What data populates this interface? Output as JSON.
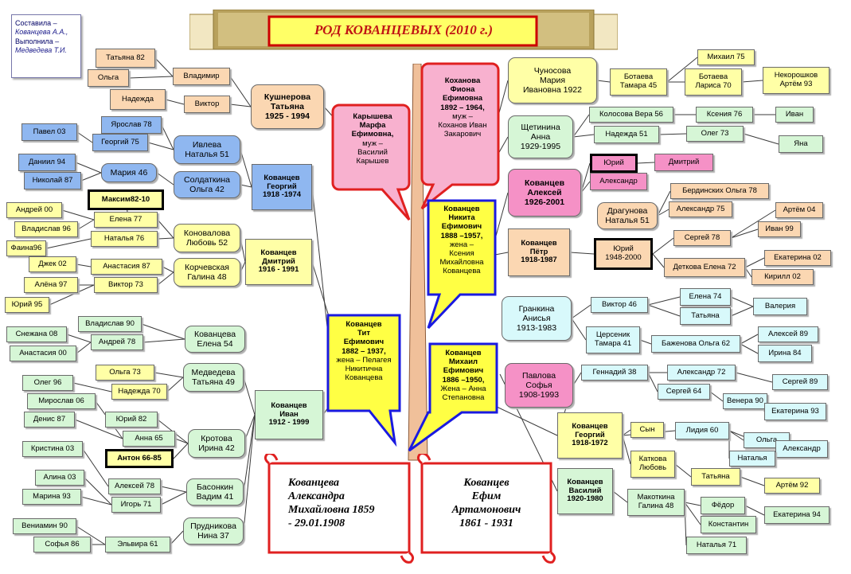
{
  "title": "РОД КОВАНЦЕВЫХ (2010 г.)",
  "credits": [
    "Составила –",
    "Кованцева А.А.,",
    "Выполнила –",
    "Медведева Т.И."
  ],
  "callouts": {
    "karysheva": [
      "Карышева",
      "Марфа",
      "Ефимовна,",
      "муж –",
      "Василий",
      "Карышев"
    ],
    "kokhanova": [
      "Коханова",
      "Фиона",
      "Ефимовна",
      "1892 – 1964,",
      "муж –",
      "Коханов Иван",
      "Закарович"
    ],
    "nikita": [
      "Кованцев",
      "Никита",
      "Ефимович",
      "1888 –1957,",
      "жена –",
      "Ксения",
      "Михайловна",
      "Кованцева"
    ],
    "tit": [
      "Кованцев",
      "Тит",
      "Ефимович",
      "1882 – 1937,",
      "жена – Пелагея",
      "Никитична",
      "Кованцева"
    ],
    "mikhail": [
      "Кованцев",
      "Михаил",
      "Ефимович",
      "1886 –1950,",
      "Жена – Анна",
      "Степановна"
    ]
  },
  "scrolls": {
    "left": [
      "Кованцева",
      "Александра",
      "Михайловна  1859",
      "- 29.01.1908"
    ],
    "right": [
      "Кованцев",
      "Ефим",
      "Артамонович",
      "1861 - 1931"
    ]
  },
  "nodes": {
    "tatyana82": "Татьяна 82",
    "olga": "Ольга",
    "vladimir": "Владимир",
    "nadezhda": "Надежда",
    "viktor": "Виктор",
    "kushnerova": [
      "Кушнерова",
      "Татьяна",
      "1925 - 1994"
    ],
    "pavel03": "Павел 03",
    "yaroslav78": "Ярослав 78",
    "georgiy75": "Георгий 75",
    "ivleva": [
      "Ивлева",
      "Наталья 51"
    ],
    "daniil94": "Даниил 94",
    "nikolay87": "Николай 87",
    "mariya46": "Мария 46",
    "soldatkina": [
      "Солдаткина",
      "Ольга 42"
    ],
    "kovantsev_georgiy1918": [
      "Кованцев",
      "Георгий",
      "1918 -1974"
    ],
    "maksim": "Максим82-10",
    "andrey00": "Андрей 00",
    "elena77": "Елена 77",
    "vladislav96": "Владислав 96",
    "natalya76": "Наталья 76",
    "kovalova": [
      "Коновалова",
      "Любовь 52"
    ],
    "faina96": "Фаина96",
    "kovantsev_dmitriy": [
      "Кованцев",
      "Дмитрий",
      "1916 - 1991"
    ],
    "dzhek02": "Джек 02",
    "anastasiya87": "Анастасия 87",
    "korchevskaya": [
      "Корчевская",
      "Галина 48"
    ],
    "alena97": "Алёна 97",
    "viktor73": "Виктор 73",
    "yuriy95": "Юрий 95",
    "vladislav90": "Владислав 90",
    "snezhana08": "Снежана 08",
    "andrey78": "Андрей 78",
    "kovantseva_elena": [
      "Кованцева",
      "Елена 54"
    ],
    "anastasiya00": "Анастасия 00",
    "olga73": "Ольга 73",
    "medvedeva": [
      "Медведева",
      "Татьяна 49"
    ],
    "oleg96": "Олег 96",
    "nadezhda70": "Надежда 70",
    "miroslav06": "Мирослав 06",
    "kovantsev_ivan": [
      "Кованцев",
      "Иван",
      "1912 - 1999"
    ],
    "denis87": "Денис 87",
    "yuriy82": "Юрий 82",
    "anna65": "Анна 65",
    "krotova": [
      "Кротова",
      "Ирина 42"
    ],
    "kristina03": "Кристина 03",
    "anton": "Антон 66-85",
    "alina03": "Алина 03",
    "aleksey78": "Алексей 78",
    "basonkin": [
      "Басонкин",
      "Вадим 41"
    ],
    "mariya93": "Марина 93",
    "igor71": "Игорь 71",
    "veniamin90": "Вениамин 90",
    "prudnikova": [
      "Прудникова",
      "Нина 37"
    ],
    "sofya86": "Софья 86",
    "elvira61": "Эльвира 61",
    "chunosova": [
      "Чуносова",
      "Мария",
      "Ивановна 1922"
    ],
    "botaeva_tamara": [
      "Ботаева",
      "Тамара 45"
    ],
    "mikhail75": "Михаил 75",
    "botaeva_larisa": [
      "Ботаева",
      "Лариса 70"
    ],
    "nekoroshkov": [
      "Некорошков",
      "Артём 93"
    ],
    "shchetinina": [
      "Щетинина",
      "Анна",
      "1929-1995"
    ],
    "kolosova": "Колосова Вера 56",
    "kseniya76": "Ксения 76",
    "ivan": "Иван",
    "nadezhda51": "Надежда 51",
    "oleg73": "Олег 73",
    "yana": "Яна",
    "kovantsev_aleksey": [
      "Кованцев",
      "Алексей",
      "1926-2001"
    ],
    "yuriy": "Юрий",
    "dmitriy": "Дмитрий",
    "aleksandr": "Александр",
    "berdinskikh": "Бердинских Ольга  78",
    "dragunova": [
      "Драгунова",
      "Наталья  51"
    ],
    "aleksandr75": "Александр 75",
    "artem04": "Артём 04",
    "ivan99": "Иван 99",
    "kovantsev_petr": [
      "Кованцев",
      "Пётр",
      "1918-1987"
    ],
    "yuriy1948": [
      "Юрий",
      "1948-2000"
    ],
    "sergey78": "Сергей 78",
    "detkova": "Деткова Елена 72",
    "ekaterina02": "Екатерина 02",
    "kirill02": "Кирилл 02",
    "grankina": [
      "Гранкина",
      "Анисья",
      "1913-1983"
    ],
    "viktor46": "Виктор 46",
    "elena74": "Елена 74",
    "tatyana": "Татьяна",
    "valeriya": "Валерия",
    "tsersenik": [
      "Церсеник",
      "Тамара 41"
    ],
    "bazhenova": "Баженова Ольга 62",
    "aleksey89": "Алексей  89",
    "irina84": "Ирина 84",
    "pavlova": [
      "Павлова",
      "Софья",
      "1908-1993"
    ],
    "gennadiy38": "Геннадий 38",
    "aleksandr72": "Александр 72",
    "sergey89": "Сергей 89",
    "sergey64": "Сергей 64",
    "venera90": "Венера 90",
    "ekaterina93": "Екатерина 93",
    "kovantsev_georgiy1918b": [
      "Кованцев",
      "Георгий",
      "1918-1972"
    ],
    "syn": "Сын",
    "lidiya60": "Лидия 60",
    "olga_r": "Ольга",
    "aleksandr_r": "Александр",
    "katkova": [
      "Каткова",
      "Любовь"
    ],
    "natalya": "Наталья",
    "tatyana_r": "Татьяна",
    "artem92": "Артём 92",
    "kovantsev_vasiliy": [
      "Кованцев",
      "Василий",
      "1920-1980"
    ],
    "makotkina": [
      "Макоткина",
      "Галина 48"
    ],
    "fedor": "Фёдор",
    "ekaterina94": "Екатерина 94",
    "konstantin": "Константин",
    "natalya71": "Наталья 71"
  }
}
